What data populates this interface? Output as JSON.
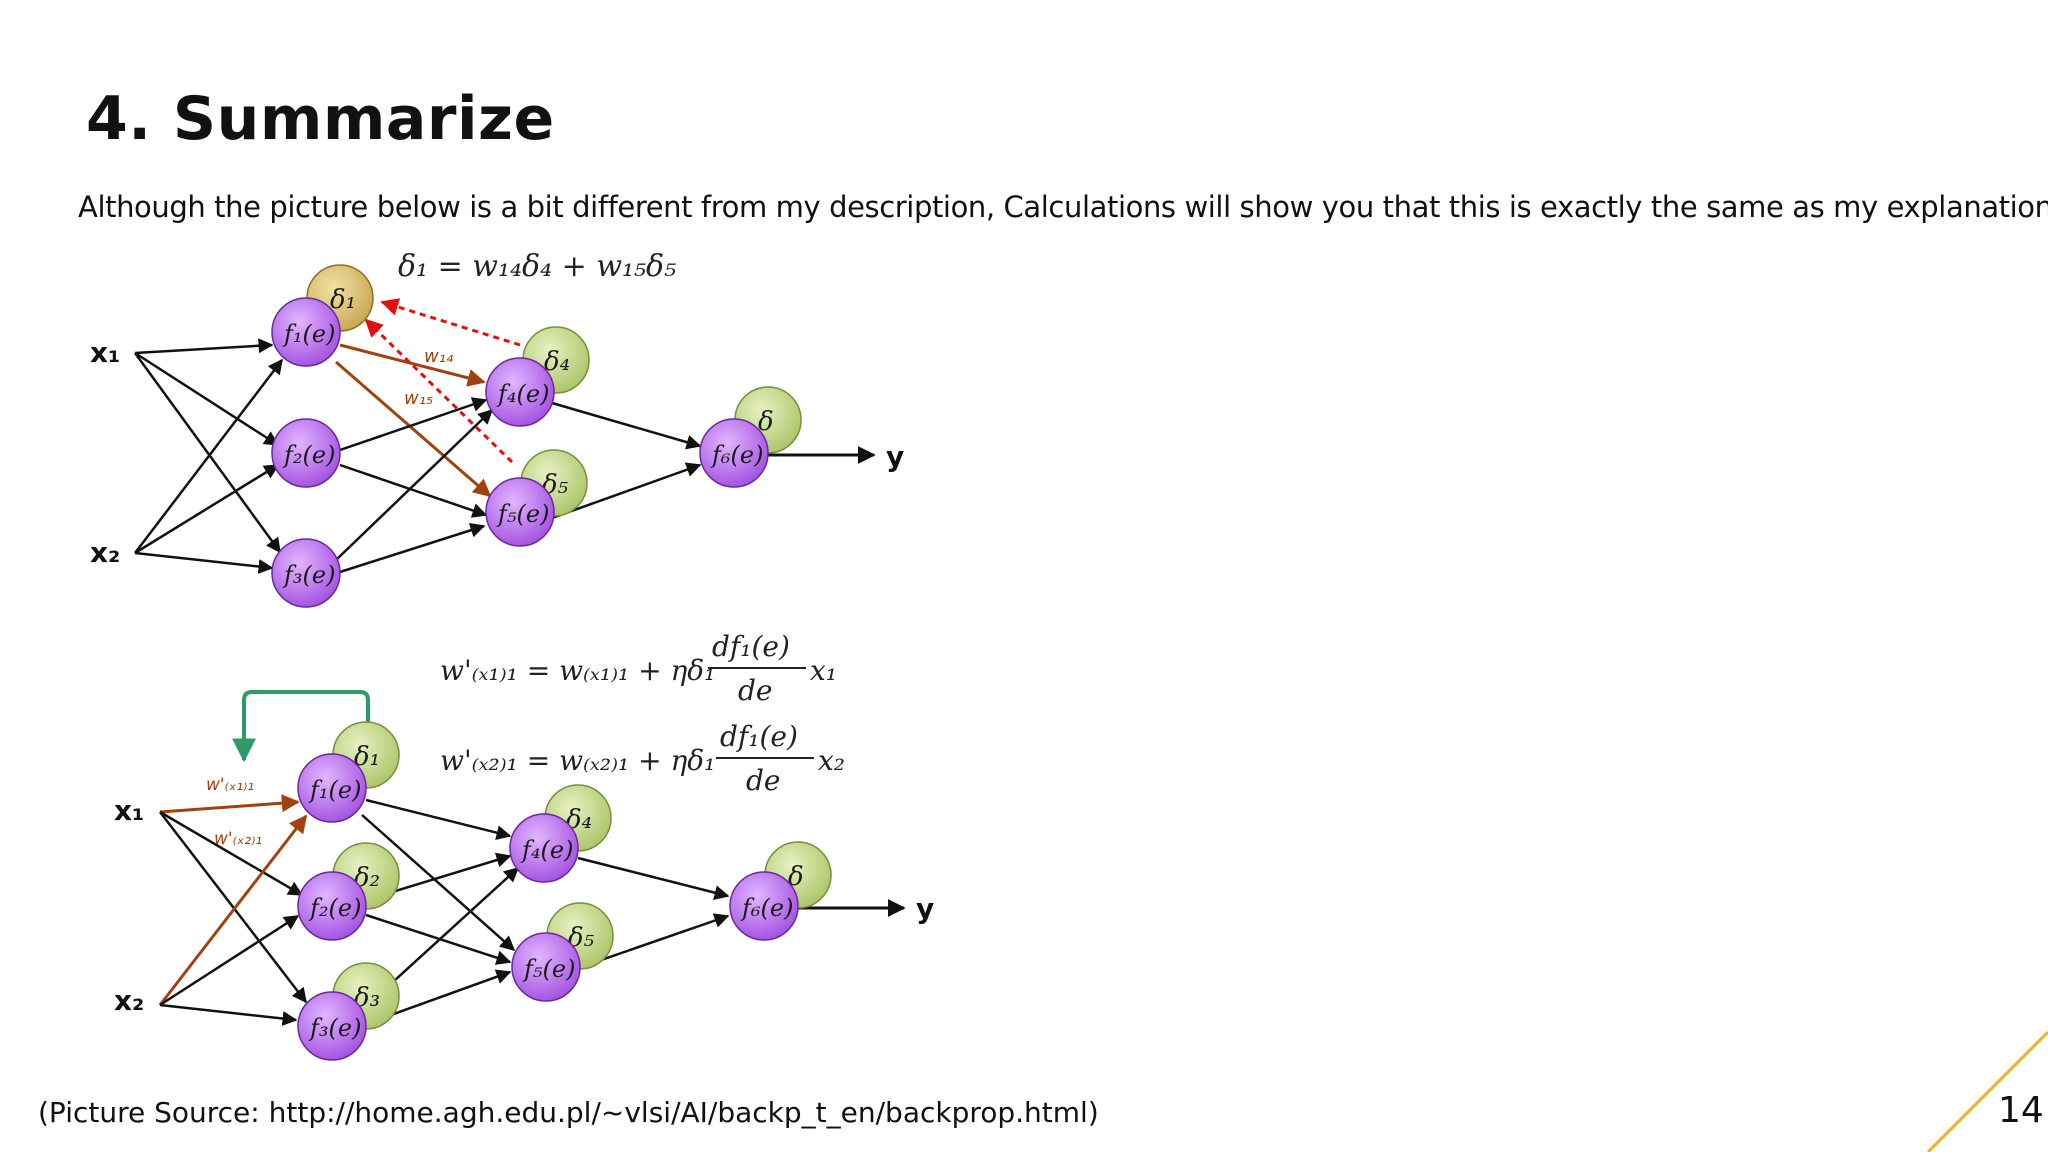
{
  "slide": {
    "title": "4. Summarize",
    "subtitle": "Although the picture below is a bit different from my description, Calculations will show you that this is exactly the same as my explanation.",
    "source": "(Picture Source: http://home.agh.edu.pl/~vlsi/AI/backp_t_en/backprop.html)",
    "page_number": "14"
  },
  "colors": {
    "neuron": "#b565e8",
    "delta_green": "#c5d88a",
    "delta_tan": "#d6be74",
    "weight_arrow": "#a0420f",
    "error_arrow": "#e01010",
    "update_arrow": "#2e9a6a",
    "accent_line": "#f2b01e"
  },
  "top_diagram": {
    "formula": "δ₁ = w₁₄δ₄ + w₁₅δ₅",
    "inputs": [
      "x₁",
      "x₂"
    ],
    "neurons": [
      "f₁(e)",
      "f₂(e)",
      "f₃(e)",
      "f₄(e)",
      "f₅(e)",
      "f₆(e)"
    ],
    "deltas": [
      "δ₁",
      "δ₄",
      "δ₅",
      "δ"
    ],
    "weights": [
      "w₁₄",
      "w₁₅"
    ],
    "output": "y"
  },
  "bottom_diagram": {
    "formula1": {
      "lhs": "w'₍ₓ₁₎₁ = w₍ₓ₁₎₁ + ηδ₁",
      "num": "df₁(e)",
      "den": "de",
      "tail": "x₁"
    },
    "formula2": {
      "lhs": "w'₍ₓ₂₎₁ = w₍ₓ₂₎₁ + ηδ₁",
      "num": "df₁(e)",
      "den": "de",
      "tail": "x₂"
    },
    "inputs": [
      "x₁",
      "x₂"
    ],
    "neurons": [
      "f₁(e)",
      "f₂(e)",
      "f₃(e)",
      "f₄(e)",
      "f₅(e)",
      "f₆(e)"
    ],
    "deltas": [
      "δ₁",
      "δ₂",
      "δ₃",
      "δ₄",
      "δ₅",
      "δ"
    ],
    "weights": [
      "w'₍ₓ₁₎₁",
      "w'₍ₓ₂₎₁"
    ],
    "output": "y"
  }
}
